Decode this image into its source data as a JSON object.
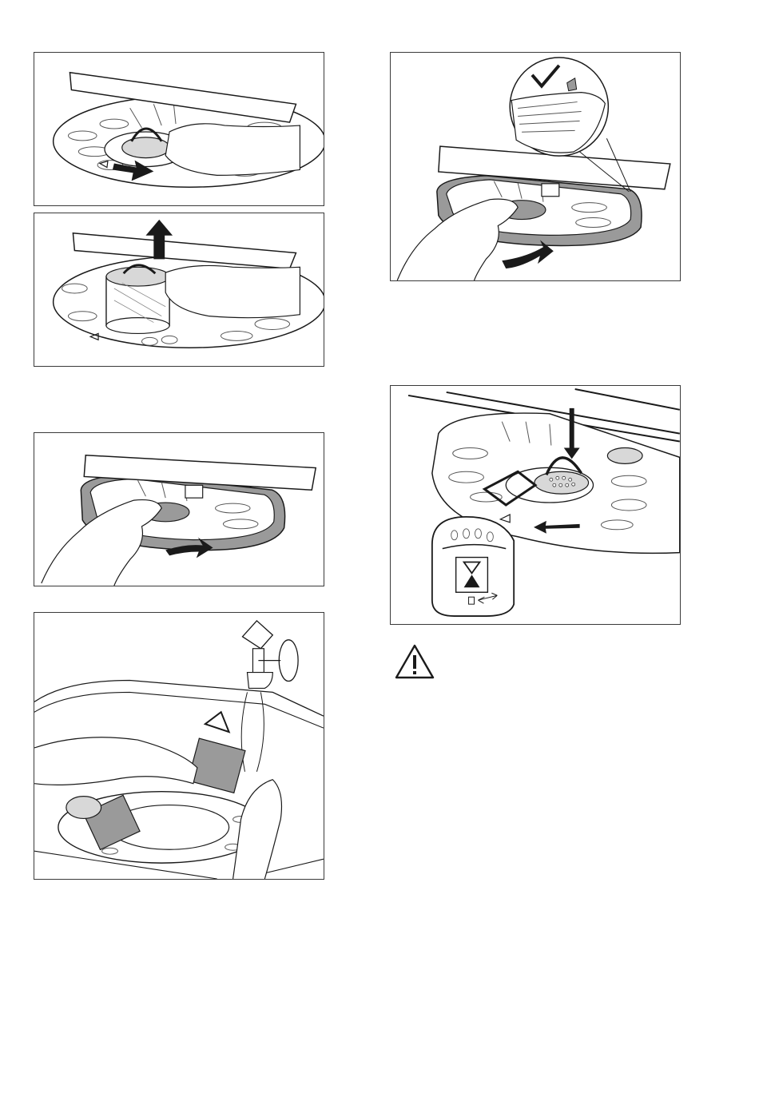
{
  "figures": [
    {
      "id": "fig-1",
      "icon": "filter-unlock-arrow-icon"
    },
    {
      "id": "fig-2",
      "icon": "filter-lift-arrow-icon"
    },
    {
      "id": "fig-3",
      "icon": "flat-filter-remove-icon"
    },
    {
      "id": "fig-4",
      "icon": "filter-rinse-tap-icon"
    },
    {
      "id": "fig-5",
      "icon": "flat-filter-fit-check-icon"
    },
    {
      "id": "fig-6",
      "icon": "filter-lock-icon"
    }
  ],
  "warning": {
    "icon": "warning-triangle-icon"
  },
  "colors": {
    "ink": "#1a1a1a",
    "fill_gray": "#9a9a9a",
    "light_gray": "#d8d8d8",
    "paper": "#ffffff"
  }
}
